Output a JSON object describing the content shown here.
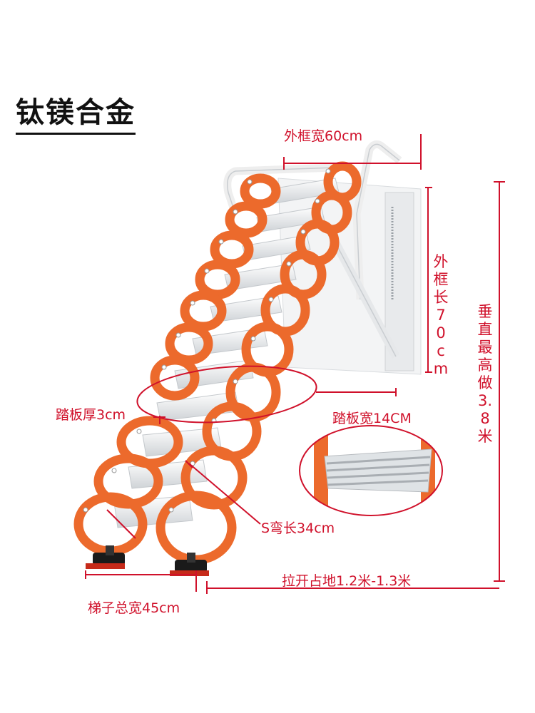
{
  "title": "钛镁合金",
  "labels": {
    "frame_width": "外框宽60cm",
    "frame_length": "外框长70cm",
    "vertical_height": "垂直最高做3.8米",
    "tread_thickness": "踏板厚3cm",
    "tread_width": "踏板宽14CM",
    "s_bend_length": "S弯长34cm",
    "ladder_total_width": "梯子总宽45cm",
    "unfolded_footprint": "拉开占地1.2米-1.3米"
  },
  "colors": {
    "ladder_orange": "#ec6a2c",
    "annotation_red": "#d0112b",
    "tread_silver": "#e4e7ea",
    "frame_white": "#f3f4f5"
  }
}
